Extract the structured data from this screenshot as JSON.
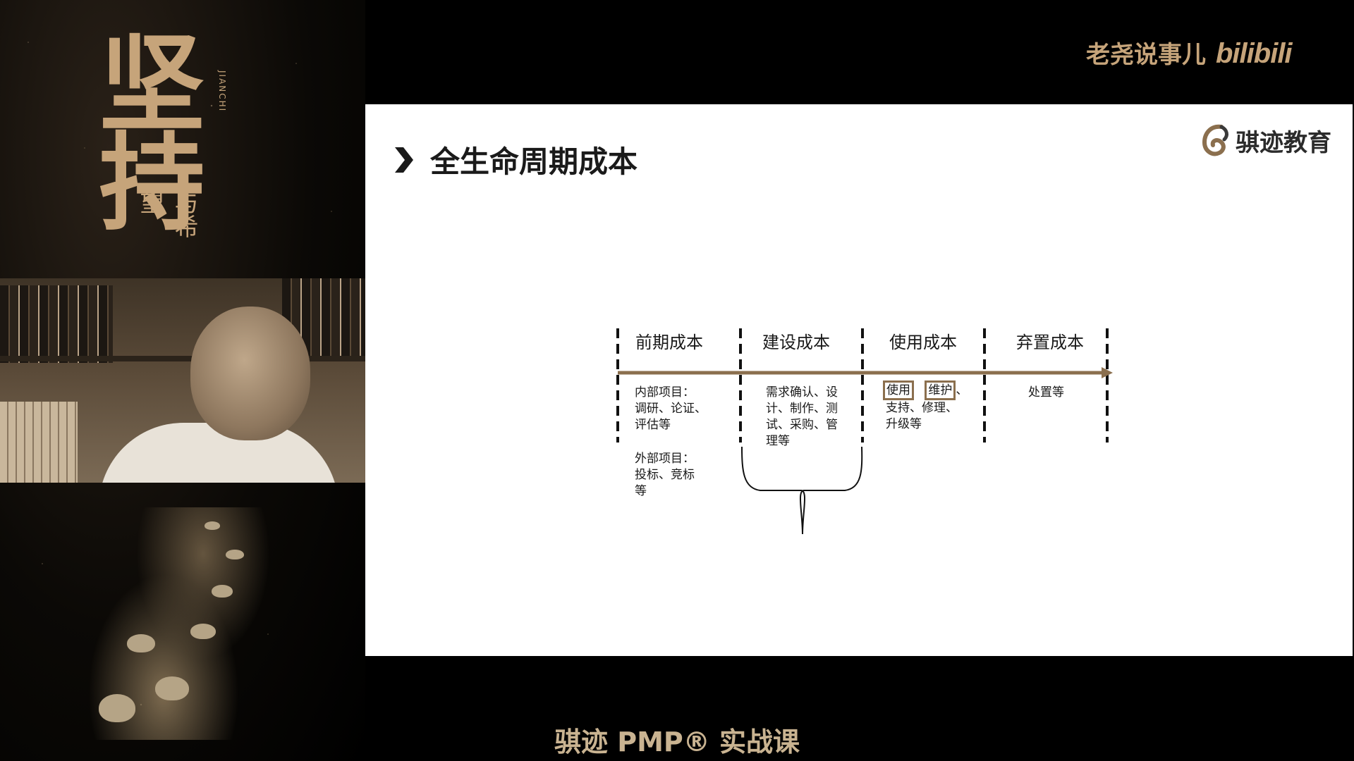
{
  "left_panel": {
    "title_main": "坚持",
    "title_sub": "与希望",
    "title_pinyin": "JIANCHI"
  },
  "channel": {
    "name": "老尧说事儿",
    "logo_text": "bilibili"
  },
  "slide": {
    "title": "全生命周期成本",
    "brand": "骐迹教育",
    "phases": [
      {
        "label": "前期成本",
        "text_lines": [
          "内部项目：",
          "调研、论证、",
          "评估等"
        ],
        "text2_lines": [
          "外部项目：",
          "投标、竞标",
          "等"
        ]
      },
      {
        "label": "建设成本",
        "text_lines": [
          "需求确认、设",
          "计、制作、测",
          "试、采购、管",
          "理等"
        ]
      },
      {
        "label": "使用成本",
        "highlight_1": "使用",
        "highlight_2": "维护",
        "after_highlight": "、",
        "text_lines": [
          "支持、修理、",
          "升级等"
        ]
      },
      {
        "label": "弃置成本",
        "text_lines": [
          "处置等"
        ]
      }
    ]
  },
  "subtitle": "骐迹 PMP® 实战课",
  "colors": {
    "accent": "#8b6f4e",
    "gold": "#c6a47a",
    "slide_bg": "#ffffff",
    "page_bg": "#000000"
  }
}
